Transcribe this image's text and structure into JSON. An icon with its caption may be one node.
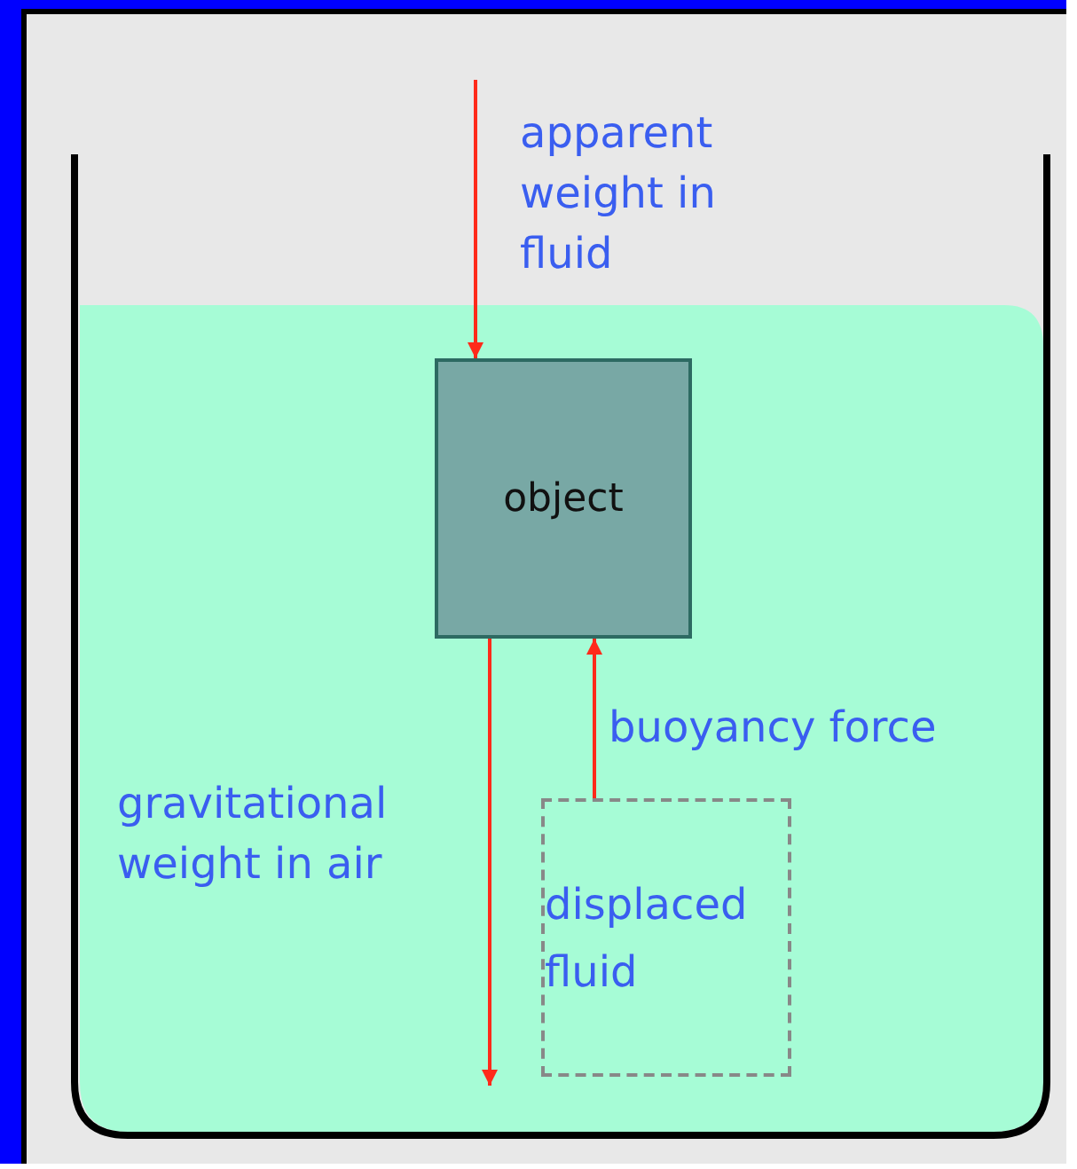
{
  "diagram": {
    "nodes": [
      {
        "text": [
          "object"
        ]
      },
      {
        "text": [
          "displaced fluid"
        ]
      }
    ],
    "edges": [
      {
        "from": null,
        "to": 0,
        "arrow": "to",
        "label": "apparent weight in fluid"
      },
      {
        "from": 0,
        "to": null,
        "arrow": "to",
        "label": "gravitational weight in air"
      },
      {
        "from": 1,
        "to": 0,
        "arrow": "to",
        "label": "buoyancy force"
      }
    ]
  }
}
